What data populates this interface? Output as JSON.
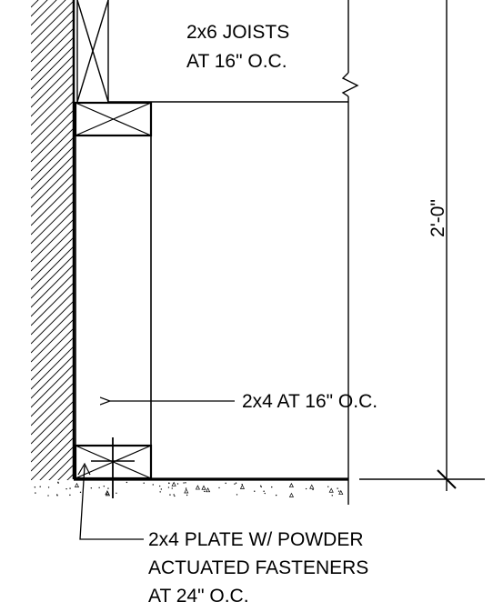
{
  "labels": {
    "joists_line1": "2x6 JOISTS",
    "joists_line2": "AT 16\" O.C.",
    "studs": "2x4 AT 16\" O.C.",
    "plate_line1": "2x4 PLATE W/ POWDER",
    "plate_line2": "ACTUATED FASTENERS",
    "plate_line3": "AT 24\" O.C.",
    "dimension": "2'-0\""
  }
}
